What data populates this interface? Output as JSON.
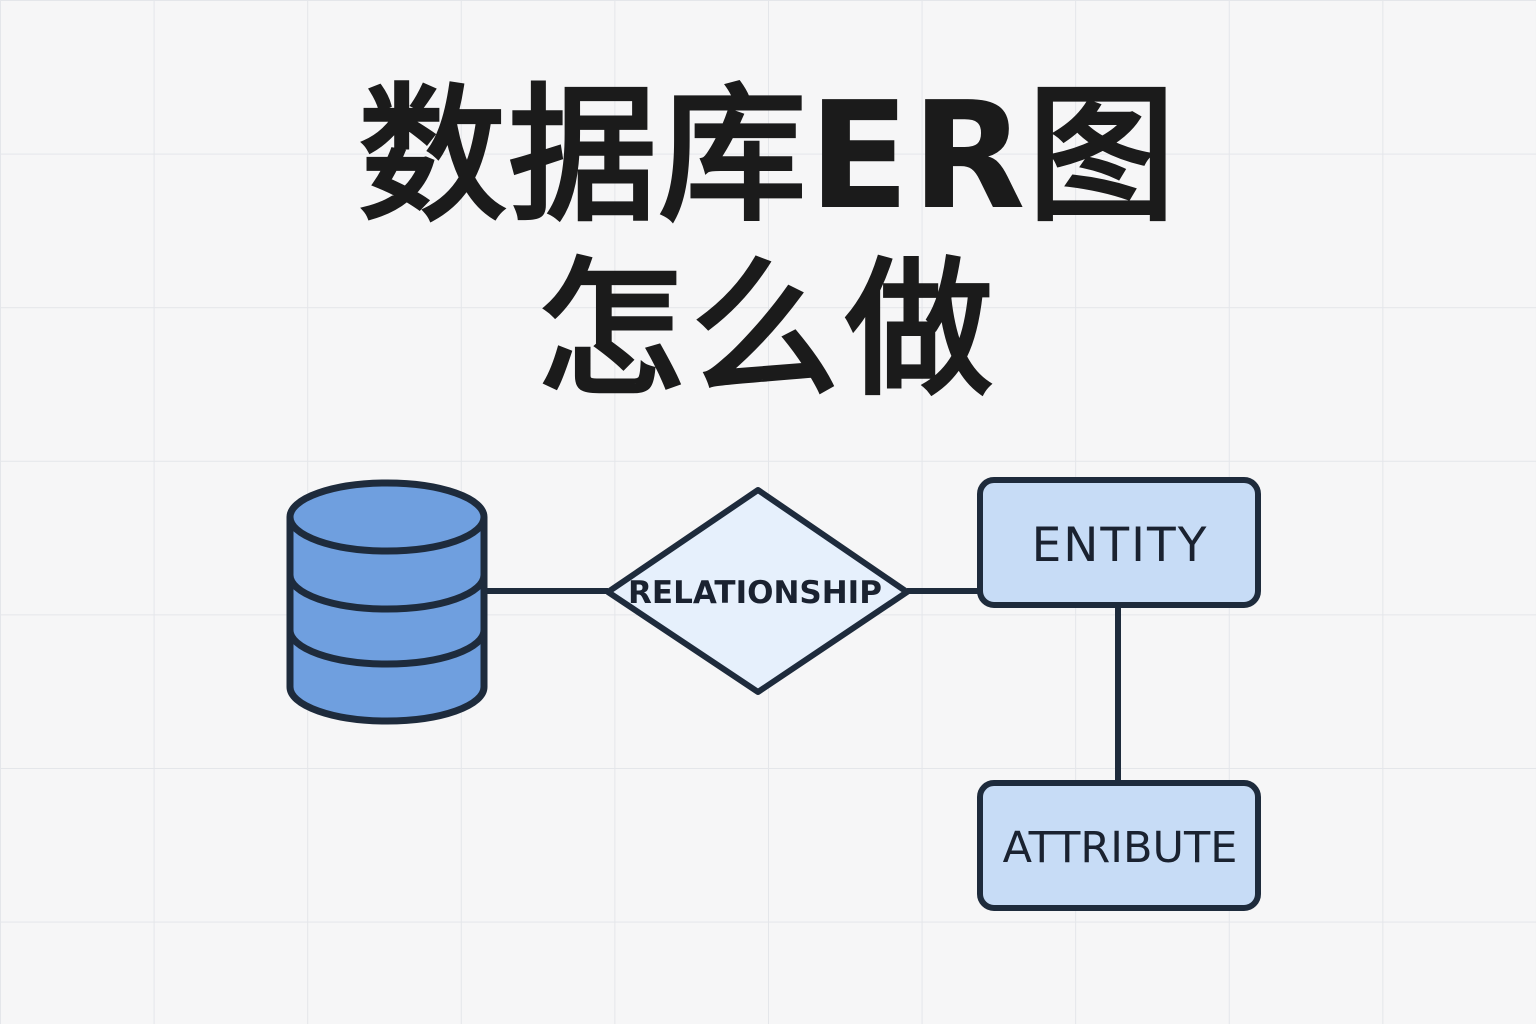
{
  "title": {
    "line1": "数据库ER图",
    "line2": "怎么做"
  },
  "diagram": {
    "nodes": {
      "database": {
        "shape": "cylinder",
        "icon": "database-icon"
      },
      "relationship": {
        "shape": "diamond",
        "label": "RELATIONSHIP"
      },
      "entity": {
        "shape": "rectangle",
        "label": "ENTITY"
      },
      "attribute": {
        "shape": "rectangle",
        "label": "ATTRIBUTE"
      }
    },
    "edges": [
      {
        "from": "database",
        "to": "relationship"
      },
      {
        "from": "relationship",
        "to": "entity"
      },
      {
        "from": "entity",
        "to": "attribute"
      }
    ],
    "colors": {
      "stroke": "#1e2b3c",
      "cylinder_fill": "#6f9fdf",
      "diamond_fill": "#e6f0fc",
      "box_fill": "#c7dcf6",
      "title": "#1b1b1b",
      "background": "#f6f6f7",
      "grid": "#e4e6ea"
    }
  }
}
